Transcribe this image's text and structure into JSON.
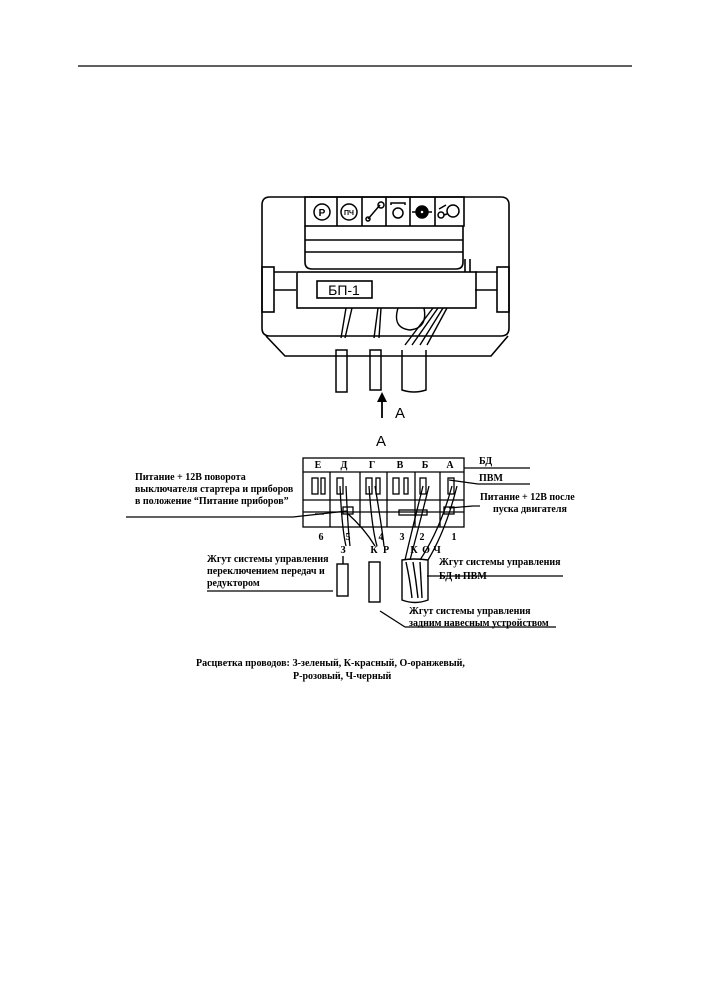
{
  "top_view": {
    "block_label": "БП-1",
    "arrow_label": "А",
    "icon_letters": [
      "Р",
      "ПЧ"
    ]
  },
  "view_label": "А",
  "terminal_block": {
    "top_letters": [
      "Е",
      "Д",
      "Г",
      "В",
      "Б",
      "А"
    ],
    "bottom_numbers": [
      "6",
      "5",
      "4",
      "3",
      "2",
      "1"
    ]
  },
  "wire_letters": {
    "left": "З",
    "middle": [
      "К",
      "Р"
    ],
    "right": [
      "К",
      "О",
      "Ч"
    ]
  },
  "callouts": {
    "bd": "БД",
    "pvm": "ПВМ",
    "power_after_start": [
      "Питание + 12В после",
      "пуска двигателя"
    ],
    "power_ignition": [
      "Питание + 12В поворота",
      "выключателя стартера и приборов",
      "в положение “Питание приборов”"
    ],
    "harness_gear": [
      "Жгут системы управления",
      "переключением передач и",
      "редуктором"
    ],
    "harness_bd": [
      "Жгут системы управления",
      "БД и ПВМ"
    ],
    "harness_rear": [
      "Жгут системы управления",
      "задним навесным устройством"
    ]
  },
  "color_legend": [
    "Расцветка проводов: З-зеленый, К-красный, О-оранжевый,",
    "Р-розовый, Ч-черный"
  ]
}
